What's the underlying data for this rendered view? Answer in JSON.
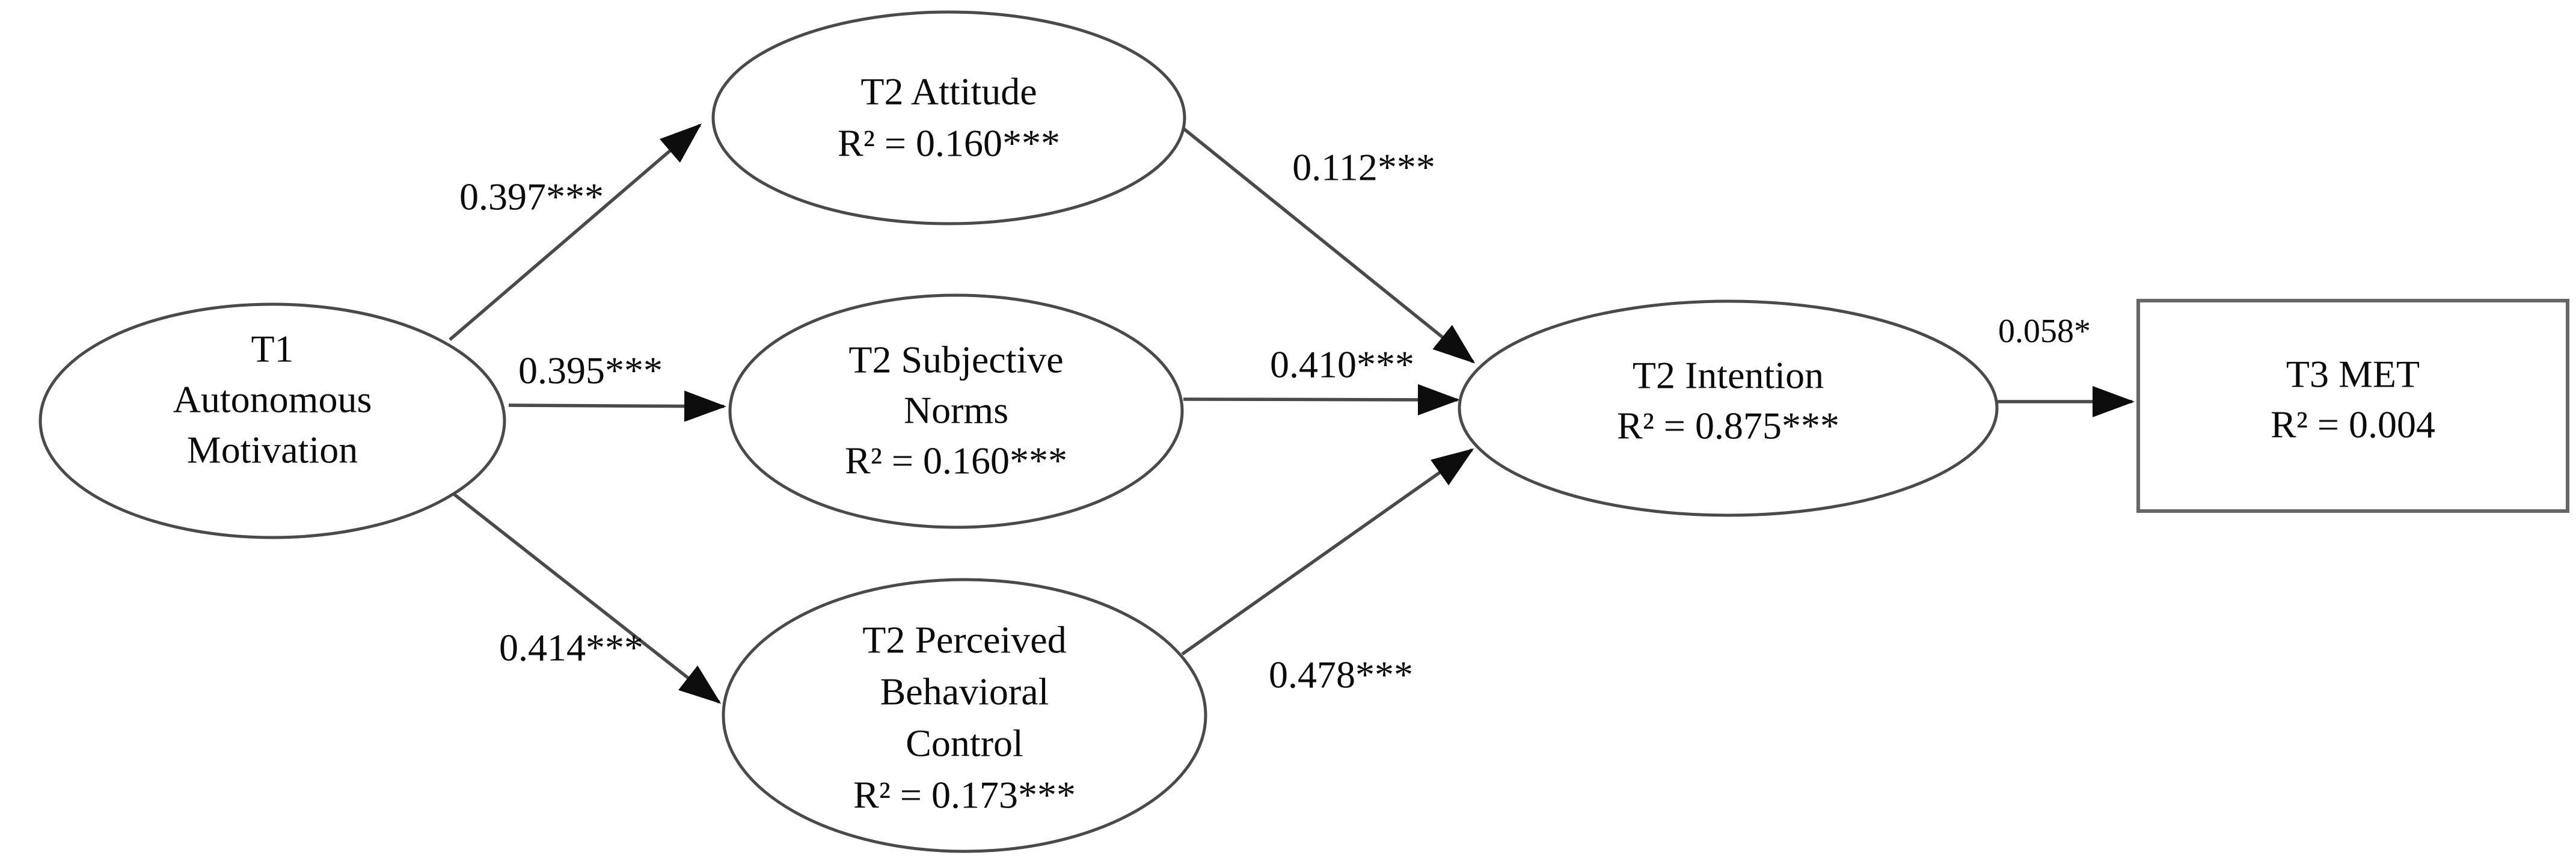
{
  "diagram": {
    "type": "path-model",
    "colors": {
      "shape_stroke": "#4a4a4a",
      "box_stroke": "#666666",
      "arrow": "#4a4a4a",
      "text": "#0b0b0b",
      "background": "#ffffff"
    },
    "nodes": [
      {
        "id": "t1-autonomous-motivation",
        "shape": "ellipse",
        "lines": [
          "T1",
          "Autonomous",
          "Motivation"
        ]
      },
      {
        "id": "t2-attitude",
        "shape": "ellipse",
        "lines": [
          "T2 Attitude",
          "R² = 0.160***"
        ]
      },
      {
        "id": "t2-subjective-norms",
        "shape": "ellipse",
        "lines": [
          "T2 Subjective",
          "Norms",
          "R² = 0.160***"
        ]
      },
      {
        "id": "t2-perceived-behavioral-control",
        "shape": "ellipse",
        "lines": [
          "T2 Perceived",
          "Behavioral",
          "Control",
          "R² = 0.173***"
        ]
      },
      {
        "id": "t2-intention",
        "shape": "ellipse",
        "lines": [
          "T2 Intention",
          "R² = 0.875***"
        ]
      },
      {
        "id": "t3-met",
        "shape": "rect",
        "lines": [
          "T3 MET",
          "R² = 0.004"
        ]
      }
    ],
    "edges": [
      {
        "from": "t1-autonomous-motivation",
        "to": "t2-attitude",
        "label": "0.397***"
      },
      {
        "from": "t1-autonomous-motivation",
        "to": "t2-subjective-norms",
        "label": "0.395***"
      },
      {
        "from": "t1-autonomous-motivation",
        "to": "t2-perceived-behavioral-control",
        "label": "0.414***"
      },
      {
        "from": "t2-attitude",
        "to": "t2-intention",
        "label": "0.112***"
      },
      {
        "from": "t2-subjective-norms",
        "to": "t2-intention",
        "label": "0.410***"
      },
      {
        "from": "t2-perceived-behavioral-control",
        "to": "t2-intention",
        "label": "0.478***"
      },
      {
        "from": "t2-intention",
        "to": "t3-met",
        "label": "0.058*"
      }
    ]
  }
}
